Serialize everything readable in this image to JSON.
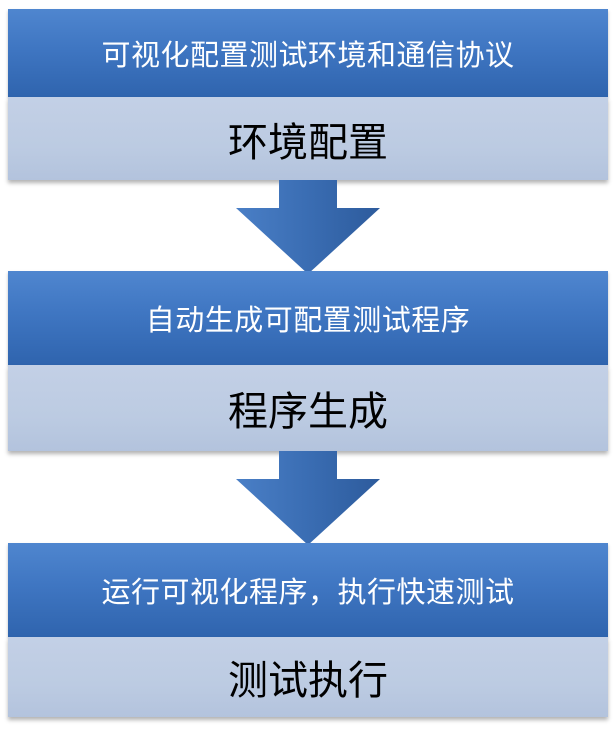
{
  "steps": [
    {
      "description": "可视化配置测试环境和通信协议",
      "label": "环境配置"
    },
    {
      "description": "自动生成可配置测试程序",
      "label": "程序生成"
    },
    {
      "description": "运行可视化程序，执行快速测试",
      "label": "测试执行"
    }
  ],
  "colors": {
    "header": "#3f76c2",
    "label_bg": "#bccbe2",
    "arrow": "#3a6db3"
  }
}
